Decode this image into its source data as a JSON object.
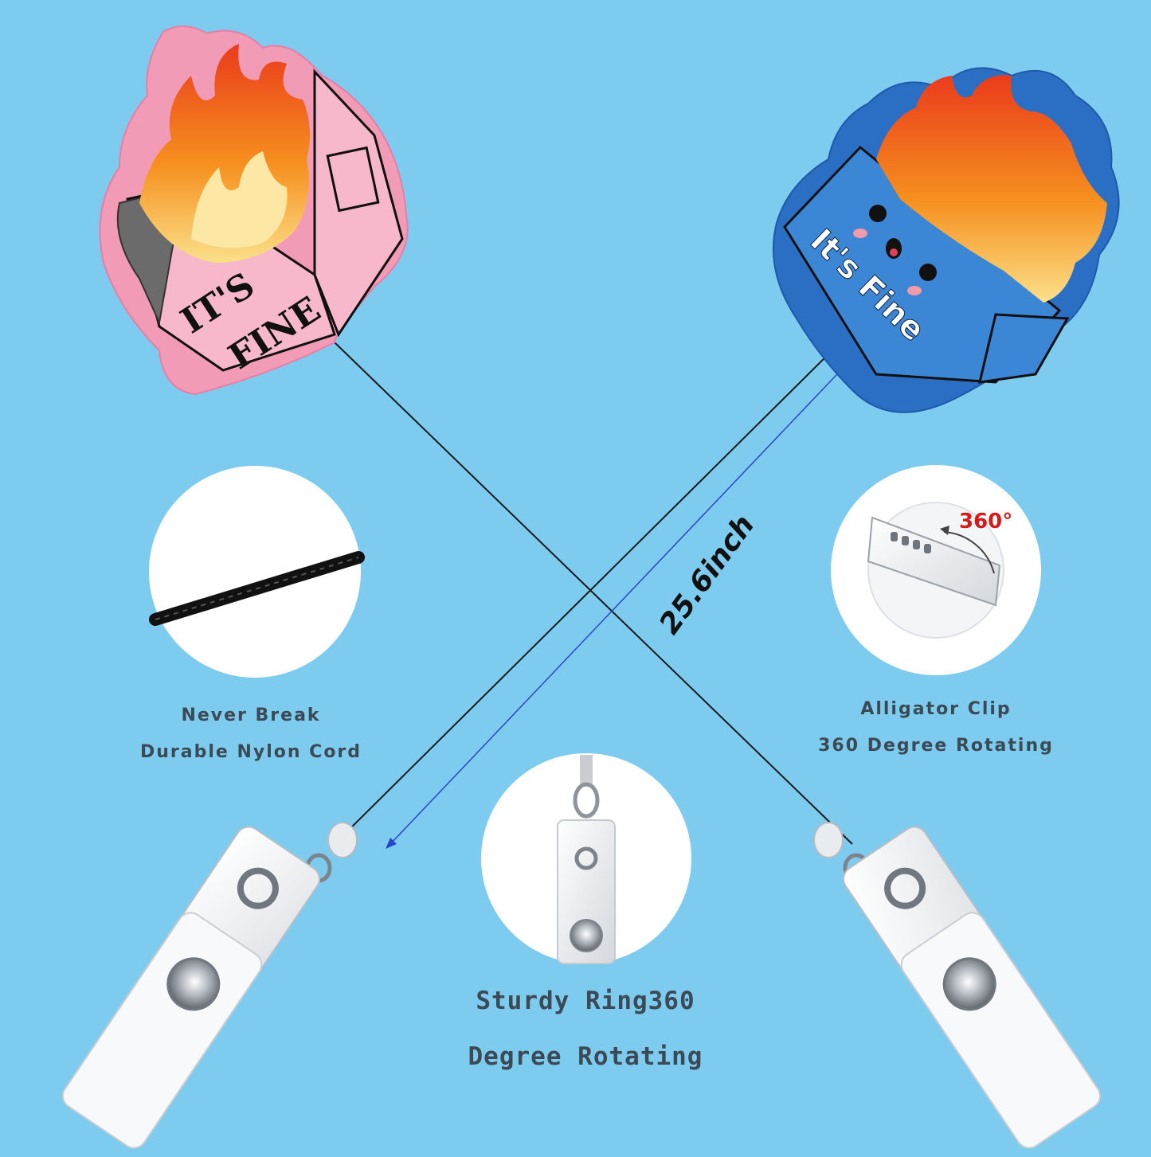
{
  "pink_badge": {
    "text_line1": "IT'S",
    "text_line2": "FINE"
  },
  "blue_badge": {
    "text": "It's Fine"
  },
  "measurement": {
    "label": "25.6inch"
  },
  "feature_cord": {
    "line1": "Never Break",
    "line2": "Durable Nylon Cord"
  },
  "feature_clip": {
    "line1": "Alligator Clip",
    "line2": "360 Degree Rotating",
    "rotation_label": "360°"
  },
  "feature_ring": {
    "line1": "Sturdy Ring360",
    "line2": "Degree Rotating"
  },
  "colors": {
    "background": "#7ecbf0",
    "pink_glitter": "#f29bb6",
    "blue_glitter": "#2a6fc4",
    "flame_red": "#ea3b1c",
    "flame_orange": "#f6901e",
    "flame_yellow": "#fbd15c",
    "cord": "#1a1a1a",
    "arrow": "#2748c9",
    "caption_text": "#3c4a55"
  }
}
